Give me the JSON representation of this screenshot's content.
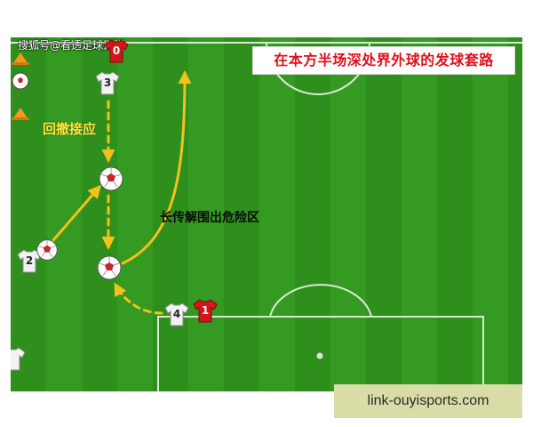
{
  "watermark": "搜狐号@看透足球正版",
  "title": "在本方半场深处界外球的发球套路",
  "labels": {
    "drop_back": "回撤接应",
    "long_ball": "长传解围出危险区"
  },
  "players": [
    {
      "number": "0",
      "team": "red"
    },
    {
      "number": "3",
      "team": "white"
    },
    {
      "number": "2",
      "team": "white"
    },
    {
      "number": "4",
      "team": "white"
    },
    {
      "number": "1",
      "team": "red"
    }
  ],
  "footer_link": "link-ouyisports.com",
  "colors": {
    "pitch_green": "#2f8f1d",
    "arrow_yellow": "#f2c21a",
    "title_red": "#e0101a",
    "red_jersey": "#d3161c",
    "white_jersey": "#f2f2f2"
  },
  "icons": [
    "cone-icon",
    "ball-icon",
    "cone-icon"
  ]
}
